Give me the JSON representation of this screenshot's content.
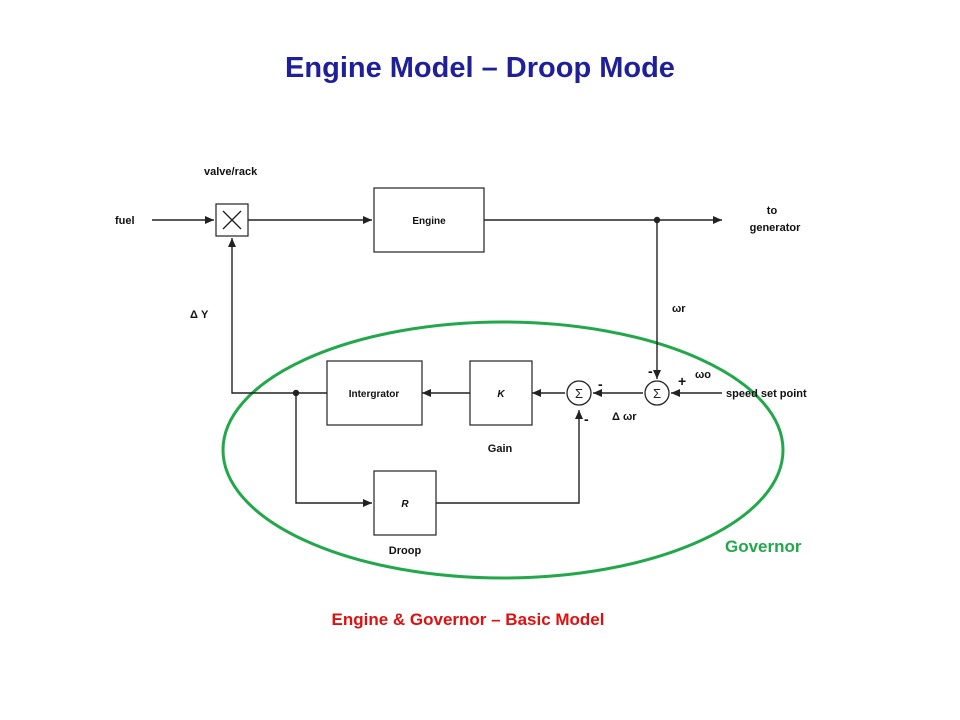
{
  "title": "Engine Model – Droop Mode",
  "caption": "Engine & Governor – Basic Model",
  "colors": {
    "title": "#1f1f99",
    "caption": "#e01010",
    "governor_outline": "#22a84a",
    "governor_label": "#22a84a"
  },
  "diagram": {
    "inputs": {
      "fuel": "fuel",
      "speed_set_point": "speed set point"
    },
    "outputs": {
      "to_generator_line1": "to",
      "to_generator_line2": "generator"
    },
    "labels": {
      "valve_rack": "valve/rack",
      "delta_y": "Δ Y",
      "omega_r": "ωr",
      "omega_o": "ωo",
      "delta_omega_r": "Δ ωr",
      "gain": "Gain",
      "droop": "Droop",
      "governor": "Governor"
    },
    "blocks": {
      "engine": "Engine",
      "integrator": "Intergrator",
      "k": "K",
      "r": "R"
    },
    "summing_symbol": "Σ",
    "signs": {
      "sum2_top": "-",
      "sum2_right": "+",
      "sum1_right": "-",
      "sum1_bottom": "-"
    }
  }
}
